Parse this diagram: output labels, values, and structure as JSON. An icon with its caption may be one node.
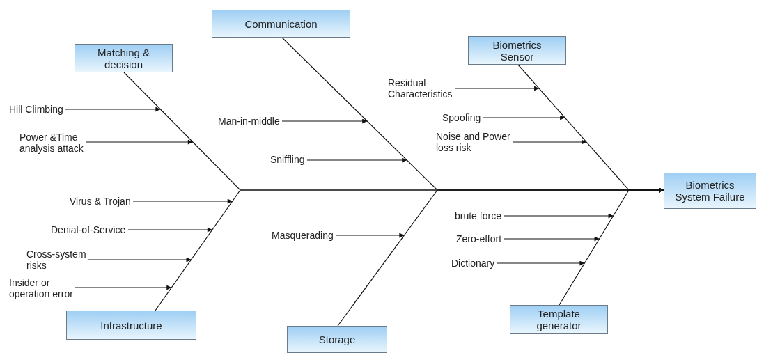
{
  "diagram": {
    "nodes": [
      {
        "text": [
          "Matching & decision"
        ]
      },
      {
        "text": [
          "Communication"
        ]
      },
      {
        "text": [
          "Biometrics Sensor"
        ]
      },
      {
        "text": [
          "Hill Climbing"
        ]
      },
      {
        "text": [
          "Power &Time analysis attack"
        ]
      },
      {
        "text": [
          "Man-in-middle"
        ]
      },
      {
        "text": [
          "Sniffling"
        ]
      },
      {
        "text": [
          "Residual Characteristics"
        ]
      },
      {
        "text": [
          "Spoofing"
        ]
      },
      {
        "text": [
          "Noise and Power loss risk"
        ]
      },
      {
        "text": [
          "Biometrics System Failure"
        ]
      },
      {
        "text": [
          "Virus & Trojan"
        ]
      },
      {
        "text": [
          "Denial-of-Service"
        ]
      },
      {
        "text": [
          "Masquerading"
        ]
      },
      {
        "text": [
          "brute force"
        ]
      },
      {
        "text": [
          "Zero-effort"
        ]
      },
      {
        "text": [
          "Cross-system risks"
        ]
      },
      {
        "text": [
          "Dictionary"
        ]
      },
      {
        "text": [
          "Insider or operation error"
        ]
      },
      {
        "text": [
          "Infrastructure"
        ]
      },
      {
        "text": [
          "Storage"
        ]
      },
      {
        "text": [
          "Template generator"
        ]
      }
    ],
    "edges": [
      {
        "from": 0,
        "to": 10,
        "arrow": "to"
      },
      {
        "from": 1,
        "to": 10,
        "arrow": "to"
      },
      {
        "from": 2,
        "to": 10,
        "arrow": "to"
      },
      {
        "from": 19,
        "to": 10,
        "arrow": "to"
      },
      {
        "from": 20,
        "to": 10,
        "arrow": "to"
      },
      {
        "from": 21,
        "to": 10,
        "arrow": "to"
      },
      {
        "from": 3,
        "to": null,
        "arrow": "to"
      },
      {
        "from": 4,
        "to": null,
        "arrow": "to"
      },
      {
        "from": 5,
        "to": null,
        "arrow": "to"
      },
      {
        "from": 6,
        "to": null,
        "arrow": "to"
      },
      {
        "from": 7,
        "to": null,
        "arrow": "to"
      },
      {
        "from": 8,
        "to": null,
        "arrow": "to"
      },
      {
        "from": 9,
        "to": null,
        "arrow": "to"
      },
      {
        "from": 11,
        "to": null,
        "arrow": "to"
      },
      {
        "from": 12,
        "to": null,
        "arrow": "to"
      },
      {
        "from": 16,
        "to": null,
        "arrow": "to"
      },
      {
        "from": 18,
        "to": null,
        "arrow": "to"
      },
      {
        "from": 13,
        "to": null,
        "arrow": "to"
      },
      {
        "from": 14,
        "to": null,
        "arrow": "to"
      },
      {
        "from": 15,
        "to": null,
        "arrow": "to"
      },
      {
        "from": 17,
        "to": null,
        "arrow": "to"
      }
    ]
  }
}
